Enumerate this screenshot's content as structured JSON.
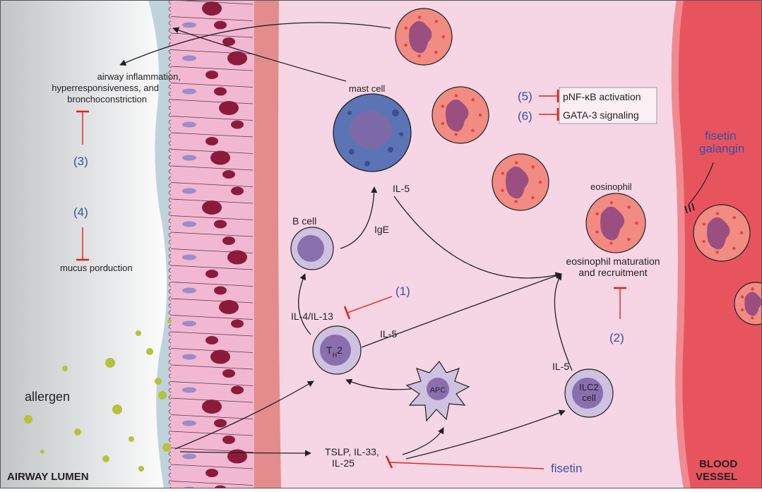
{
  "regions": {
    "lumen": "AIRWAY LUMEN",
    "vessel_line1": "BLOOD",
    "vessel_line2": "VESSEL"
  },
  "labels": {
    "airway_line1": "airway inflammation,",
    "airway_line2": "hyperresponsiveness, and",
    "airway_line3": "bronchoconstriction",
    "mucus": "mucus porduction",
    "allergen": "allergen",
    "mast_cell": "mast cell",
    "b_cell": "B cell",
    "ige": "IgE",
    "il5_top": "IL-5",
    "il4_il13": "IL-4/IL-13",
    "il5_th2": "IL-5",
    "th2_main": "T",
    "th2_sub": "H",
    "th2_num": "2",
    "apc": "APC",
    "ilc2_line1": "ILC2",
    "ilc2_line2": "cell",
    "il5_ilc2": "IL-5",
    "cytokines_line1": "TSLP, IL-33,",
    "cytokines_line2": "IL-25",
    "eosinophil": "eosinophil",
    "eos_line1": "eosinophil maturation",
    "eos_line2": "and recruitment",
    "pnfkb": "pNF-κB activation",
    "gata3": "GATA-3 signaling"
  },
  "numbers": {
    "n1": "(1)",
    "n2": "(2)",
    "n3": "(3)",
    "n4": "(4)",
    "n5": "(5)",
    "n6": "(6)"
  },
  "compounds": {
    "fisetin_bottom": "fisetin",
    "fisetin_top": "fisetin",
    "galangin": "galangin"
  },
  "colors": {
    "lumen_gradient_dark": "#c5c6c8",
    "lumen_gradient_light": "#ffffff",
    "mucus_layer": "#bfd3dc",
    "epithelium": "#f2b8d2",
    "nucleus": "#8c1a3c",
    "submucosa": "#f6d6e4",
    "basement": "#e48c8c",
    "vessel": "#e8545e",
    "mast_cell": "#5b74b6",
    "eosinophil": "#f28b82",
    "eos_nucleus": "#9a4f80",
    "lymphocyte": "#b8a8d4",
    "allergen": "#b6c23a",
    "inhibition": "#e32219",
    "number_blue": "#3b4ea3"
  }
}
